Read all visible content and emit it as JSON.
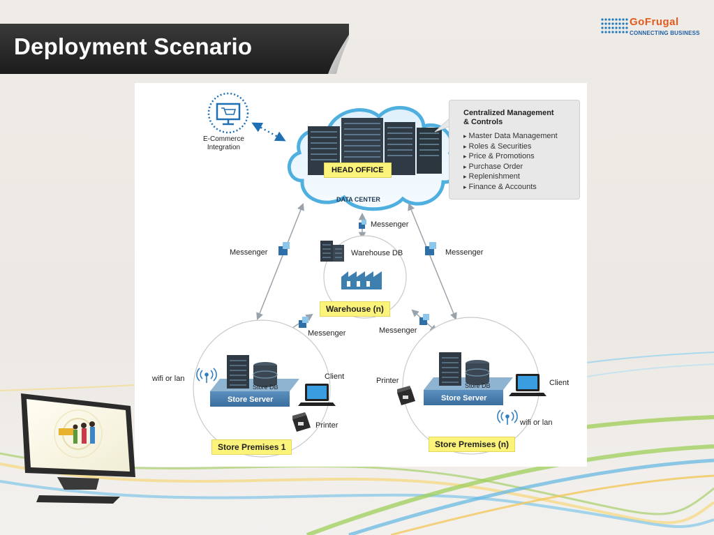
{
  "title": "Deployment Scenario",
  "logo": {
    "name": "GoFrugal",
    "tagline": "CONNECTING BUSINESS"
  },
  "colors": {
    "accent_yellow": "#fbf37a",
    "cloud_blue": "#4fb0e0",
    "server_dark": "#2f3a44",
    "brand_orange": "#e25b1d",
    "brand_blue": "#1f5fa6",
    "banner": "#262626"
  },
  "diagram": {
    "ecommerce": {
      "label_line1": "E-Commerce",
      "label_line2": "Integration",
      "icon": "shopping-cart-monitor-icon"
    },
    "head_office": {
      "label": "HEAD OFFICE",
      "sublabel": "DATA CENTER"
    },
    "callout": {
      "title_line1": "Centralized Management",
      "title_line2": "& Controls",
      "items": [
        "Master Data Management",
        "Roles & Securities",
        "Price & Promotions",
        "Purchase Order",
        "Replenishment",
        "Finance & Accounts"
      ]
    },
    "messenger": "Messenger",
    "warehouse": {
      "db_label": "Warehouse DB",
      "label": "Warehouse (n)"
    },
    "store1": {
      "label": "Store Premises 1",
      "server": "Store Server",
      "db": "Store DB",
      "client": "Client",
      "printer": "Printer",
      "network": "wifi or lan"
    },
    "storeN": {
      "label": "Store Premises (n)",
      "server": "Store Server",
      "db": "Store DB",
      "client": "Client",
      "printer": "Printer",
      "network": "wifi or lan"
    }
  }
}
